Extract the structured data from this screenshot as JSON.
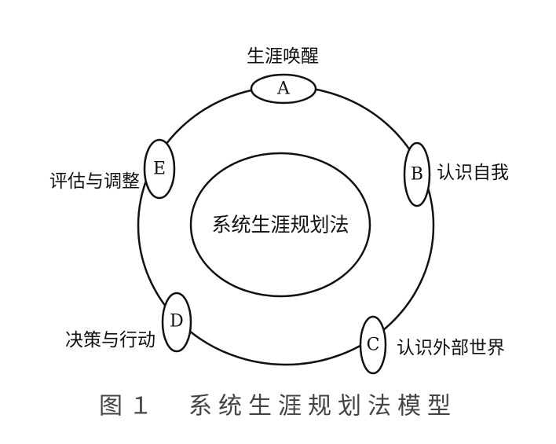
{
  "diagram": {
    "center_label": "系统生涯规划法",
    "nodes": [
      {
        "letter": "A",
        "label": "生涯唤醒"
      },
      {
        "letter": "B",
        "label": "认识自我"
      },
      {
        "letter": "C",
        "label": "认识外部世界"
      },
      {
        "letter": "D",
        "label": "决策与行动"
      },
      {
        "letter": "E",
        "label": "评估与调整"
      }
    ],
    "caption": "图１　系统生涯规划法模型"
  },
  "colors": {
    "stroke": "#111111",
    "caption": "#444444",
    "background": "#ffffff"
  }
}
